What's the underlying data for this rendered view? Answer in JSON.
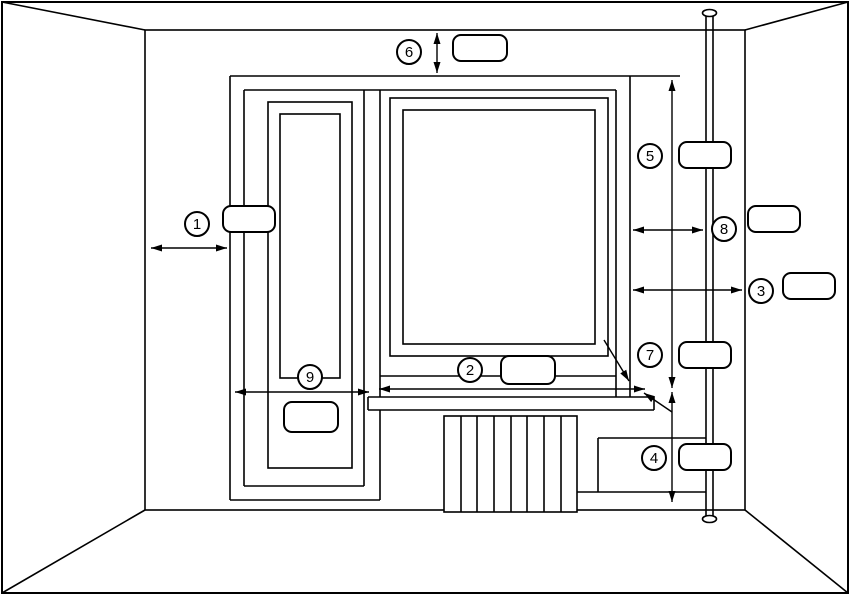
{
  "diagram": {
    "markers": [
      {
        "label": "1"
      },
      {
        "label": "2"
      },
      {
        "label": "3"
      },
      {
        "label": "4"
      },
      {
        "label": "5"
      },
      {
        "label": "6"
      },
      {
        "label": "7"
      },
      {
        "label": "8"
      },
      {
        "label": "9"
      }
    ],
    "fields": [
      {
        "marker": "1",
        "value": ""
      },
      {
        "marker": "2",
        "value": ""
      },
      {
        "marker": "3",
        "value": ""
      },
      {
        "marker": "4",
        "value": ""
      },
      {
        "marker": "5",
        "value": ""
      },
      {
        "marker": "6",
        "value": ""
      },
      {
        "marker": "7",
        "value": ""
      },
      {
        "marker": "8",
        "value": ""
      },
      {
        "marker": "9",
        "value": ""
      }
    ],
    "colors": {
      "line": "#000000",
      "background": "#ffffff"
    }
  }
}
